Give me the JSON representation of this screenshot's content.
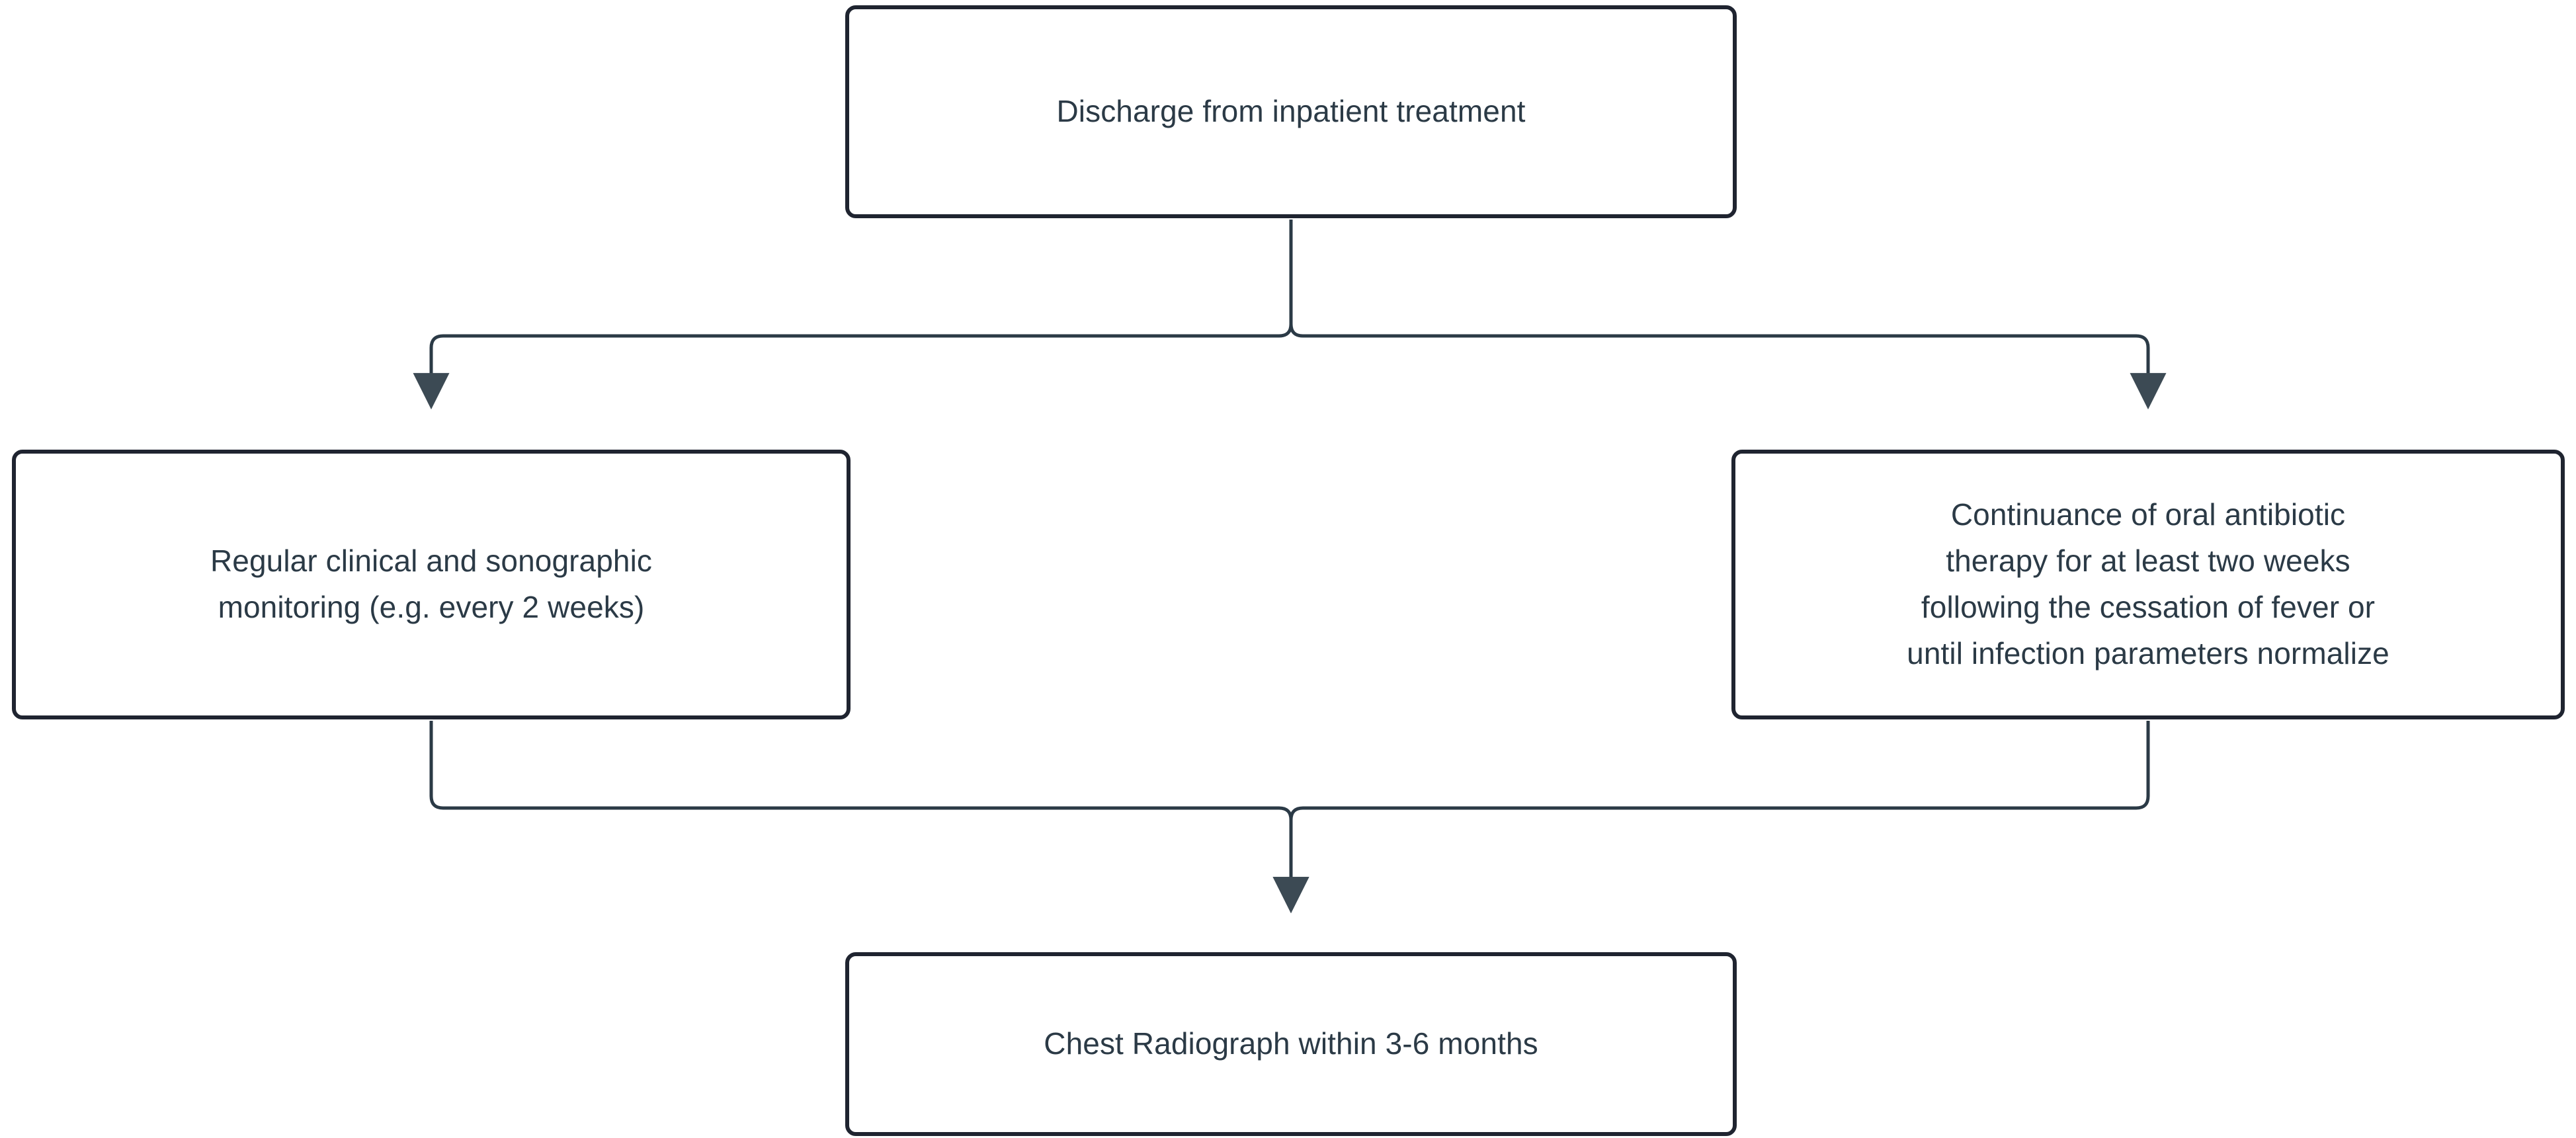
{
  "diagram": {
    "type": "flowchart",
    "orientation": "top-to-bottom",
    "background_color": "#ffffff",
    "node_border_color": "#1f2430",
    "node_fill_color": "#ffffff",
    "node_text_color": "#2b3a46",
    "edge_color": "#2b3a46",
    "arrowhead_color": "#3c4a54",
    "nodes": [
      {
        "id": "discharge",
        "label": "Discharge from inpatient treatment",
        "shape": "rounded-rectangle"
      },
      {
        "id": "monitoring",
        "label": "Regular clinical and sonographic\nmonitoring (e.g. every 2 weeks)",
        "shape": "rounded-rectangle"
      },
      {
        "id": "antibiotic",
        "label": "Continuance of oral antibiotic\ntherapy for at least two weeks\nfollowing the cessation of fever or\nuntil infection parameters normalize",
        "shape": "rounded-rectangle"
      },
      {
        "id": "radiograph",
        "label": "Chest Radiograph within 3-6 months",
        "shape": "rounded-rectangle"
      }
    ],
    "edges": [
      {
        "id": "e1",
        "from": "discharge",
        "to": "monitoring",
        "label": "",
        "arrow": "triangle"
      },
      {
        "id": "e2",
        "from": "discharge",
        "to": "antibiotic",
        "label": "",
        "arrow": "triangle"
      },
      {
        "id": "e3",
        "from": "monitoring",
        "to": "radiograph",
        "label": "",
        "arrow": "triangle"
      },
      {
        "id": "e4",
        "from": "antibiotic",
        "to": "radiograph",
        "label": "",
        "arrow": "triangle"
      }
    ]
  }
}
